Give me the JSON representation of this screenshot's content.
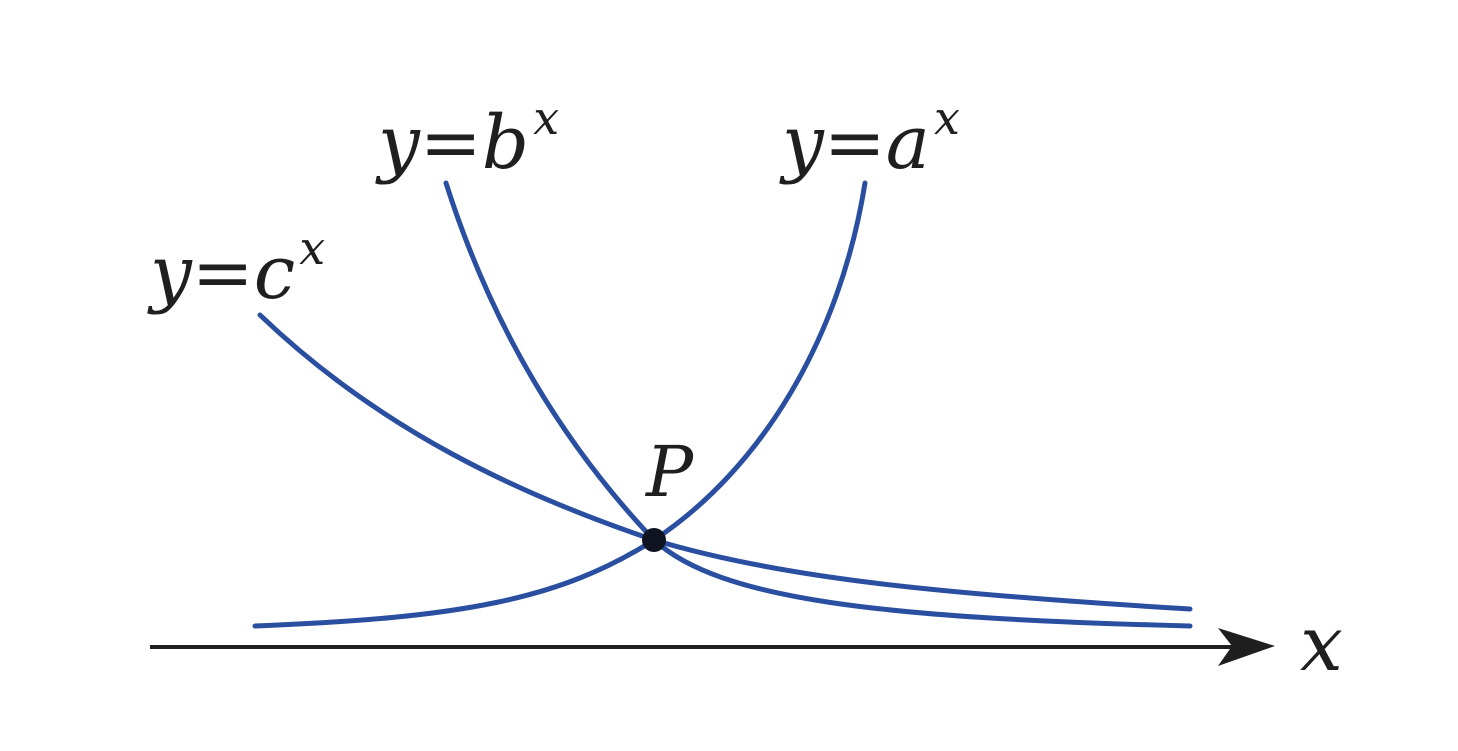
{
  "colors": {
    "curve": "#2a4fa0",
    "axis": "#1f1f1f",
    "point": "#0f1420"
  },
  "labels": {
    "curve_c": {
      "base": "y=c",
      "exp": "x"
    },
    "curve_b": {
      "base": "y=b",
      "exp": "x"
    },
    "curve_a": {
      "base": "y=a",
      "exp": "x"
    },
    "axis_x": "x",
    "point_p": "P"
  }
}
